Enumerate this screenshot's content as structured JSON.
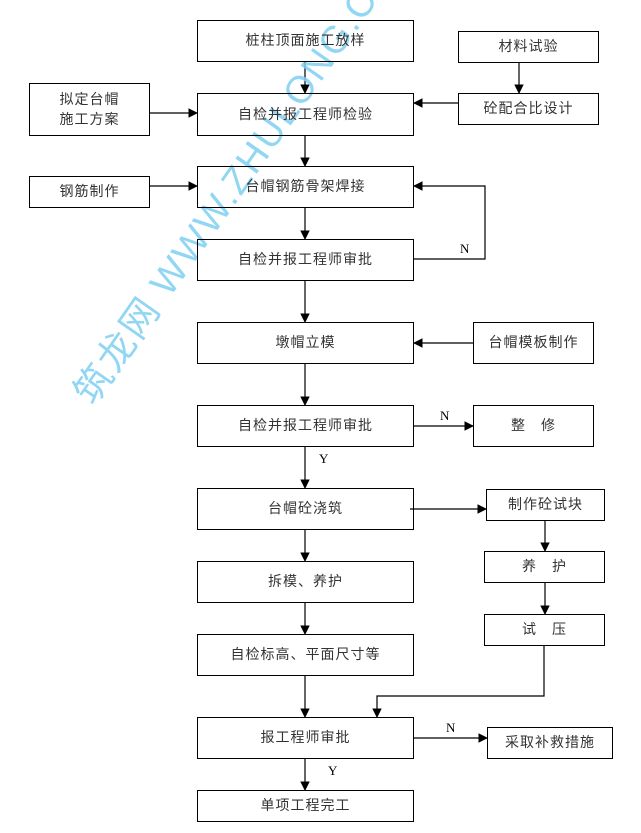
{
  "diagram": {
    "type": "flowchart",
    "watermark": "筑龙网 WWW.ZHULONG.COM",
    "watermark_color": "#7ecff2",
    "nodes": [
      {
        "id": "n1",
        "label": "桩柱顶面施工放样"
      },
      {
        "id": "n2",
        "label": "自检并报工程师检验"
      },
      {
        "id": "n3",
        "label": "台帽钢筋骨架焊接"
      },
      {
        "id": "n4",
        "label": "自检并报工程师审批"
      },
      {
        "id": "n5",
        "label": "墩帽立模"
      },
      {
        "id": "n6",
        "label": "自检并报工程师审批"
      },
      {
        "id": "n7",
        "label": "台帽砼浇筑"
      },
      {
        "id": "n8",
        "label": "拆模、养护"
      },
      {
        "id": "n9",
        "label": "自检标高、平面尺寸等"
      },
      {
        "id": "n10",
        "label": "报工程师审批"
      },
      {
        "id": "n11",
        "label": "单项工程完工"
      },
      {
        "id": "s1",
        "label": "拟定台帽\n施工方案"
      },
      {
        "id": "s2",
        "label": "钢筋制作"
      },
      {
        "id": "s3",
        "label": "材料试验"
      },
      {
        "id": "s4",
        "label": "砼配合比设计"
      },
      {
        "id": "s5",
        "label": "台帽模板制作"
      },
      {
        "id": "s6",
        "label": "整　修"
      },
      {
        "id": "s7",
        "label": "制作砼试块"
      },
      {
        "id": "s8",
        "label": "养　护"
      },
      {
        "id": "s9",
        "label": "试　压"
      },
      {
        "id": "s10",
        "label": "采取补救措施"
      }
    ],
    "edges": [
      {
        "from": "n1",
        "to": "n2"
      },
      {
        "from": "s1",
        "to": "n2"
      },
      {
        "from": "s3",
        "to": "s4"
      },
      {
        "from": "s4",
        "to": "n2"
      },
      {
        "from": "n2",
        "to": "n3"
      },
      {
        "from": "s2",
        "to": "n3"
      },
      {
        "from": "n3",
        "to": "n4"
      },
      {
        "from": "n4",
        "to": "n3",
        "label": "N"
      },
      {
        "from": "n4",
        "to": "n5"
      },
      {
        "from": "s5",
        "to": "n5"
      },
      {
        "from": "n5",
        "to": "n6"
      },
      {
        "from": "n6",
        "to": "s6",
        "label": "N"
      },
      {
        "from": "n6",
        "to": "n7",
        "label": "Y"
      },
      {
        "from": "n7",
        "to": "s7"
      },
      {
        "from": "s7",
        "to": "s8"
      },
      {
        "from": "s8",
        "to": "s9"
      },
      {
        "from": "s9",
        "to": "n10"
      },
      {
        "from": "n7",
        "to": "n8"
      },
      {
        "from": "n8",
        "to": "n9"
      },
      {
        "from": "n9",
        "to": "n10"
      },
      {
        "from": "n10",
        "to": "s10",
        "label": "N"
      },
      {
        "from": "n10",
        "to": "n11",
        "label": "Y"
      }
    ]
  }
}
